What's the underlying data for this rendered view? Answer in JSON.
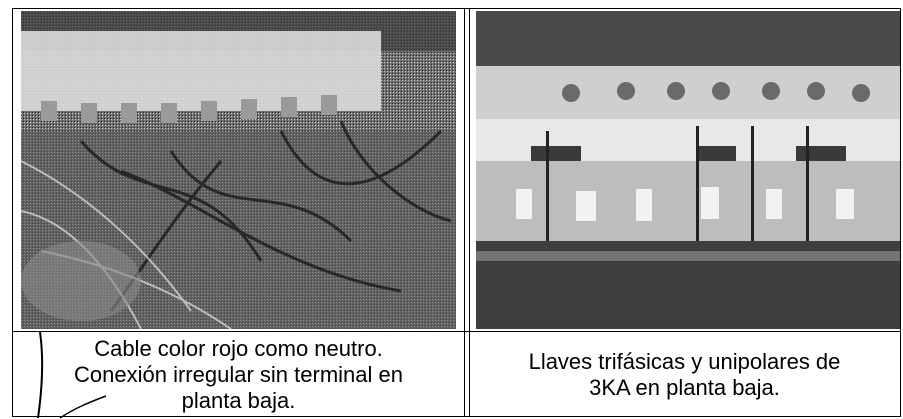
{
  "figures": [
    {
      "caption_lines": [
        "Cable color rojo como neutro.",
        "Conexión irregular sin terminal en",
        "planta baja."
      ]
    },
    {
      "caption_lines": [
        "Llaves trifásicas y unipolares de",
        "3KA en planta baja."
      ]
    }
  ]
}
